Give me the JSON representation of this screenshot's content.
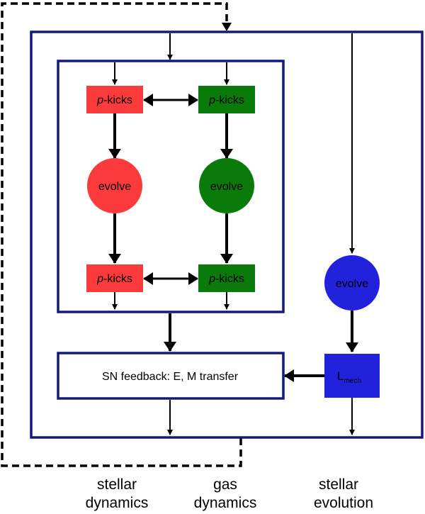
{
  "nodes": {
    "pkicks_red_top": {
      "prefix": "p",
      "suffix": "-kicks"
    },
    "pkicks_green_top": {
      "prefix": "p",
      "suffix": "-kicks"
    },
    "evolve_red": {
      "label": "evolve"
    },
    "evolve_green": {
      "label": "evolve"
    },
    "pkicks_red_bottom": {
      "prefix": "p",
      "suffix": "-kicks"
    },
    "pkicks_green_bottom": {
      "prefix": "p",
      "suffix": "-kicks"
    },
    "evolve_blue": {
      "label": "evolve"
    },
    "sn_feedback": {
      "label": "SN feedback: E, M transfer"
    },
    "lmech": {
      "main": "L",
      "sub": "mech"
    }
  },
  "columns": {
    "stellar": {
      "line1": "stellar",
      "line2": "dynamics"
    },
    "gas": {
      "line1": "gas",
      "line2": "dynamics"
    },
    "evolution": {
      "line1": "stellar",
      "line2": "evolution"
    }
  },
  "colors": {
    "frame": "#141a7a",
    "red": "#fb3b3b",
    "green": "#0a7a0a",
    "blue": "#2222dd",
    "arrow": "#000000"
  }
}
